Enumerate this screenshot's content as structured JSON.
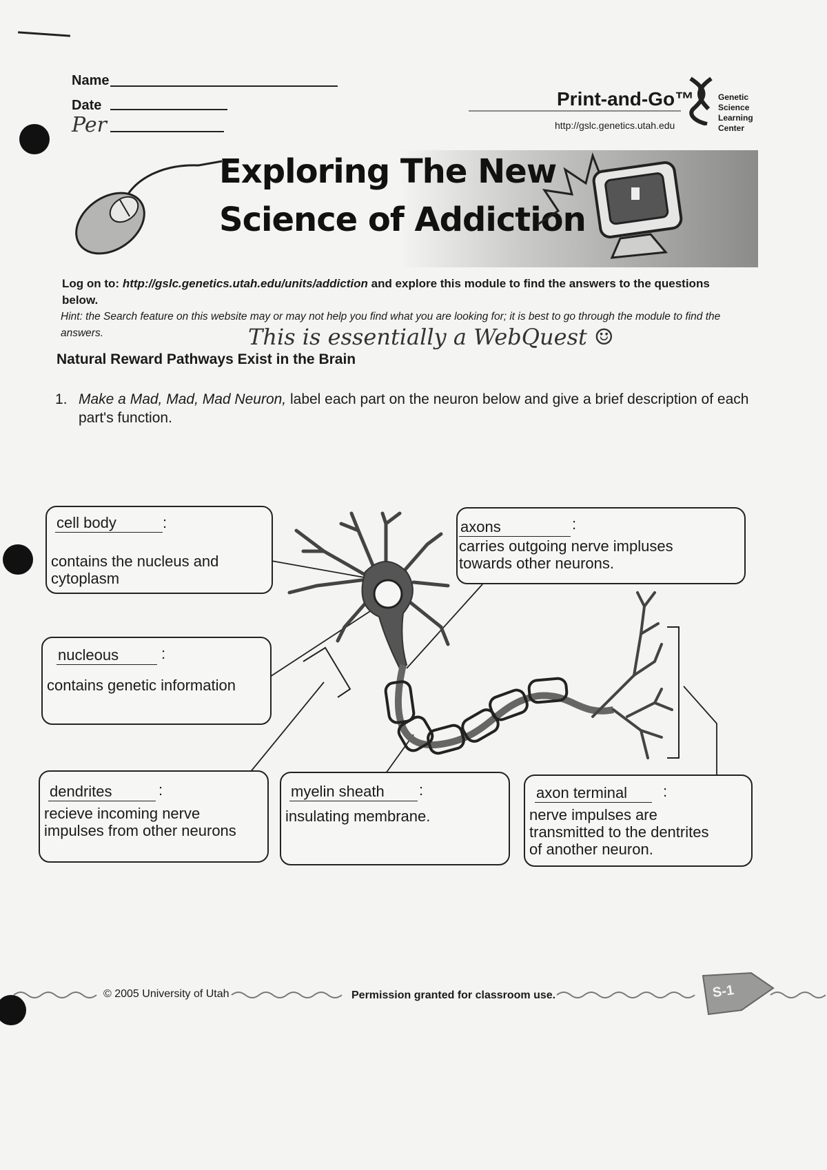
{
  "header": {
    "name_label": "Name",
    "date_label": "Date",
    "period_label": "Per",
    "brand_title": "Print-and-Go™",
    "brand_url": "http://gslc.genetics.utah.edu",
    "org_lines": [
      "Genetic",
      "Science",
      "Learning",
      "Center"
    ]
  },
  "banner": {
    "title_line1": "Exploring The New",
    "title_line2": "Science of Addiction"
  },
  "instructions": {
    "logon_prefix": "Log on to: ",
    "logon_url": "http://gslc.genetics.utah.edu/units/addiction",
    "logon_suffix": " and explore this module to find the answers to the questions below.",
    "hint": "Hint: the Search feature on this website may or may not help you find what you are looking for; it is best to go through the module to find the answers.",
    "handwritten_note": "This is essentially a WebQuest ☺"
  },
  "section_heading": "Natural Reward Pathways Exist in the Brain",
  "question": {
    "number": "1.",
    "italic_text": "Make a Mad, Mad, Mad Neuron,",
    "rest_text": " label each part on the neuron below and give a brief description of each part's function."
  },
  "labels": {
    "cell_body": {
      "label": "cell body",
      "colon": ":",
      "text": [
        "contains the nucleus and",
        "cytoplasm"
      ]
    },
    "axons": {
      "label": "axons",
      "colon": ":",
      "text": [
        "carries outgoing nerve impluses",
        "towards other neurons."
      ]
    },
    "nucleous": {
      "label": "nucleous",
      "colon": ":",
      "text": [
        "contains genetic information"
      ]
    },
    "dendrites": {
      "label": "dendrites",
      "colon": ":",
      "text": [
        "recieve incoming nerve",
        "impulses from other neurons"
      ]
    },
    "myelin": {
      "label": "myelin sheath",
      "colon": ":",
      "text": [
        "insulating membrane."
      ]
    },
    "axon_terminal": {
      "label": "axon terminal",
      "colon": ":",
      "text": [
        "nerve impulses are",
        "transmitted to the dentrites",
        "of another neuron."
      ]
    }
  },
  "footer": {
    "copyright": "© 2005 University of Utah",
    "permission": "Permission granted for classroom use.",
    "page_number": "S-1"
  }
}
